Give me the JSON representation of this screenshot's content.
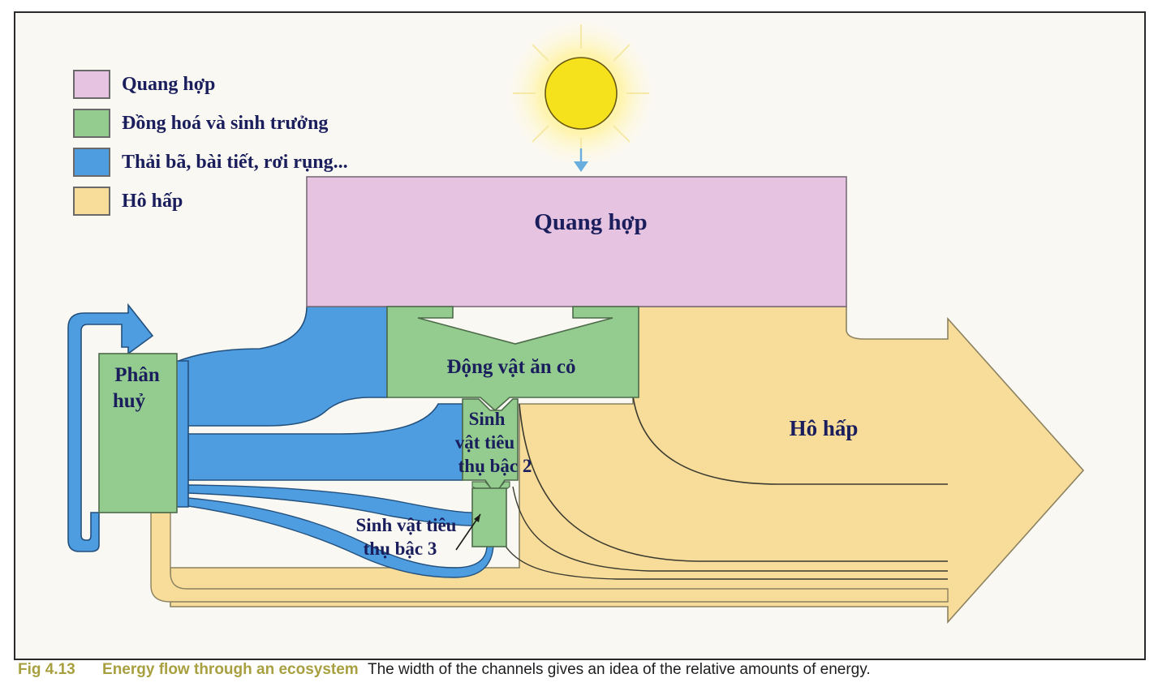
{
  "colors": {
    "photosynthesis": "#e6c3e0",
    "assimilation": "#93cc8e",
    "excretion": "#4d9de0",
    "respiration": "#f7dc9a",
    "sun": "#f6e21c",
    "label_text": "#1a1e5c",
    "caption_accent": "#a8a040"
  },
  "legend": [
    {
      "label": "Quang hợp",
      "color_key": "photosynthesis"
    },
    {
      "label": "Đồng hoá và sinh trưởng",
      "color_key": "assimilation"
    },
    {
      "label": "Thải bã, bài tiết, rơi rụng...",
      "color_key": "excretion"
    },
    {
      "label": "Hô hấp",
      "color_key": "respiration"
    }
  ],
  "nodes": {
    "photosynthesis": "Quang hợp",
    "herbivores": "Động vật ăn cỏ",
    "consumer2": [
      "Sinh",
      "vật tiêu",
      "thụ bậc 2"
    ],
    "consumer3": [
      "Sinh vật tiêu",
      "thụ bậc 3"
    ],
    "decomposers": [
      "Phân",
      "huỷ"
    ],
    "respiration": "Hô hấp"
  },
  "icons": {
    "sun": "sun-icon",
    "sun_arrow": "down-arrow-icon"
  },
  "caption": {
    "figure": "Fig 4.13",
    "title": "Energy flow through an ecosystem",
    "description": "The width of the channels gives an idea of the relative amounts of energy."
  }
}
